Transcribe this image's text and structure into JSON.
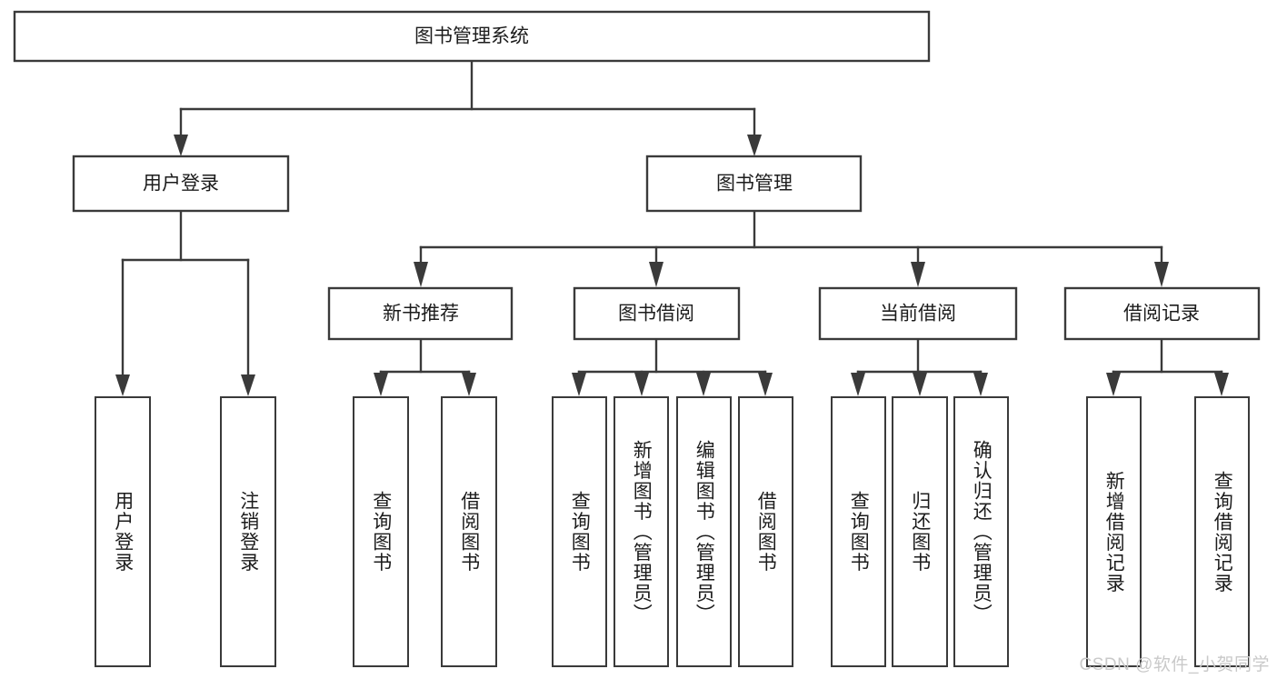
{
  "diagram": {
    "type": "tree-hierarchy-diagram",
    "title": "图书管理系统",
    "orientation": "top-down",
    "colors": {
      "box_fill": "#ffffff",
      "box_stroke": "#3a3a3a",
      "text": "#1c1c1c",
      "watermark": "#c9c9c9",
      "background": "#ffffff"
    },
    "root": {
      "label": "图书管理系统",
      "id": "root-system"
    },
    "level2": [
      {
        "id": "user-login",
        "label": "用户登录"
      },
      {
        "id": "book-management",
        "label": "图书管理"
      }
    ],
    "level3": [
      {
        "id": "new-book-recommend",
        "label": "新书推荐",
        "parent": "book-management"
      },
      {
        "id": "book-borrow",
        "label": "图书借阅",
        "parent": "book-management"
      },
      {
        "id": "current-borrow",
        "label": "当前借阅",
        "parent": "book-management"
      },
      {
        "id": "borrow-record",
        "label": "借阅记录",
        "parent": "book-management"
      }
    ],
    "leaves": {
      "user-login": [
        {
          "id": "leaf-user-login",
          "label": "用户登录"
        },
        {
          "id": "leaf-logout-login",
          "label": "注销登录"
        }
      ],
      "new-book-recommend": [
        {
          "id": "leaf-query-book-1",
          "label": "查询图书"
        },
        {
          "id": "leaf-borrow-book-1",
          "label": "借阅图书"
        }
      ],
      "book-borrow": [
        {
          "id": "leaf-query-book-2",
          "label": "查询图书"
        },
        {
          "id": "leaf-add-book",
          "label": "新增图书（管理员）"
        },
        {
          "id": "leaf-edit-book",
          "label": "编辑图书（管理员）"
        },
        {
          "id": "leaf-borrow-book-2",
          "label": "借阅图书"
        }
      ],
      "current-borrow": [
        {
          "id": "leaf-query-book-3",
          "label": "查询图书"
        },
        {
          "id": "leaf-return-book",
          "label": "归还图书"
        },
        {
          "id": "leaf-confirm-return",
          "label": "确认归还（管理员）"
        }
      ],
      "borrow-record": [
        {
          "id": "leaf-add-record",
          "label": "新增借阅记录"
        },
        {
          "id": "leaf-query-record",
          "label": "查询借阅记录"
        }
      ]
    },
    "watermark": "CSDN @软件_小贺同学"
  }
}
